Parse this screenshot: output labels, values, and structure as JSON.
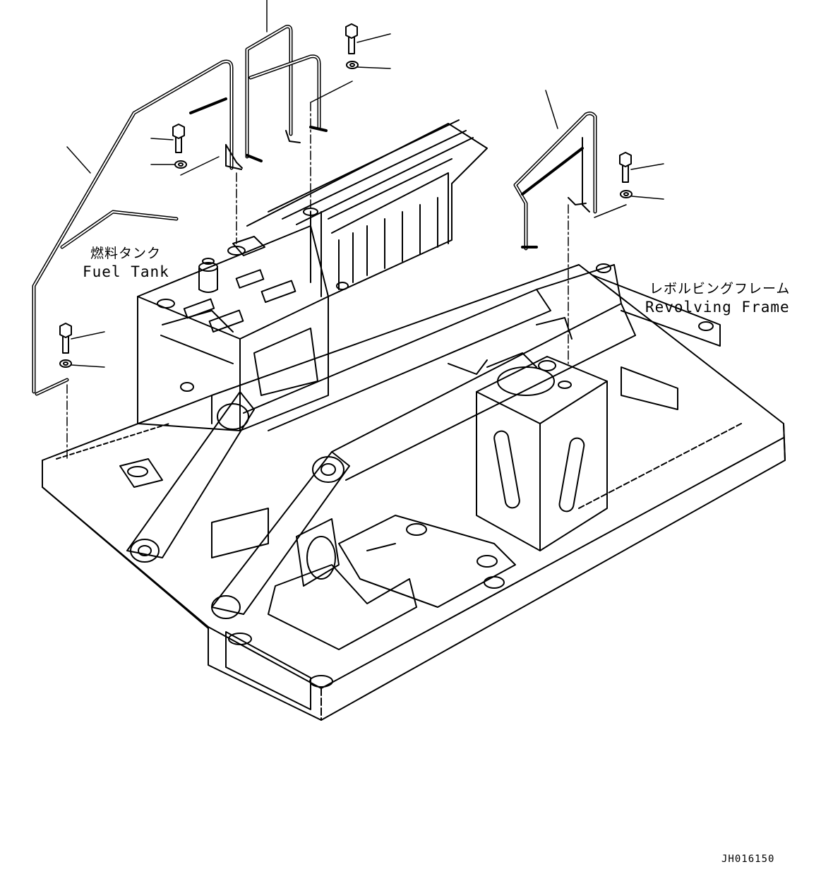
{
  "labels": {
    "fuel_tank_jp": "燃料タンク",
    "fuel_tank_en": "Fuel Tank",
    "revolving_frame_jp": "レボルビングフレーム",
    "revolving_frame_en": "Revolving Frame"
  },
  "drawing_code": "JH016150",
  "colors": {
    "line": "#000000",
    "background": "#ffffff"
  }
}
